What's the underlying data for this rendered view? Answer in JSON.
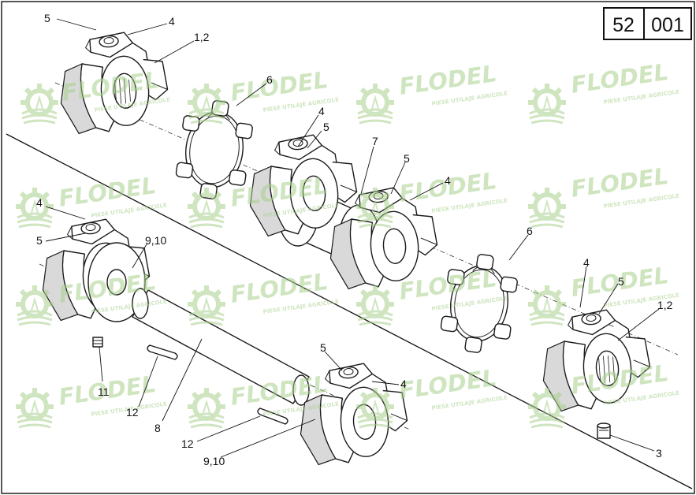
{
  "page_number": {
    "section": "52",
    "sheet": "001"
  },
  "watermark": {
    "brand": "FLODEL",
    "tagline": "PIESE UTILAJE AGRICOLE",
    "color": "#a8d08d"
  },
  "callouts": [
    {
      "id": "c1",
      "text": "5"
    },
    {
      "id": "c2",
      "text": "4"
    },
    {
      "id": "c3",
      "text": "1,2"
    },
    {
      "id": "c4",
      "text": "6"
    },
    {
      "id": "c5",
      "text": "4"
    },
    {
      "id": "c6",
      "text": "5"
    },
    {
      "id": "c7",
      "text": "7"
    },
    {
      "id": "c8",
      "text": "5"
    },
    {
      "id": "c9",
      "text": "4"
    },
    {
      "id": "c10",
      "text": "4"
    },
    {
      "id": "c11",
      "text": "5"
    },
    {
      "id": "c12",
      "text": "9,10"
    },
    {
      "id": "c13",
      "text": "6"
    },
    {
      "id": "c14",
      "text": "4"
    },
    {
      "id": "c15",
      "text": "5"
    },
    {
      "id": "c16",
      "text": "1,2"
    },
    {
      "id": "c17",
      "text": "11"
    },
    {
      "id": "c18",
      "text": "12"
    },
    {
      "id": "c19",
      "text": "8"
    },
    {
      "id": "c20",
      "text": "5"
    },
    {
      "id": "c21",
      "text": "4"
    },
    {
      "id": "c22",
      "text": "12"
    },
    {
      "id": "c23",
      "text": "9,10"
    },
    {
      "id": "c24",
      "text": "3"
    }
  ]
}
